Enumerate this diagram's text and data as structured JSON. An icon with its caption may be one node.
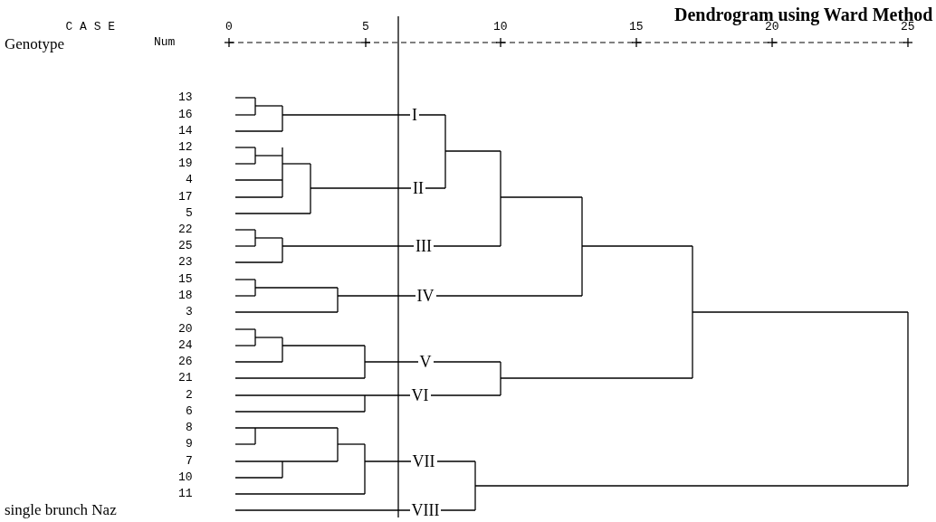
{
  "diagram": {
    "title": "Dendrogram using Ward Method",
    "labels": [
      "C A S E",
      "0",
      "5",
      "10",
      "15",
      "20",
      "25",
      "Genotype",
      "Num",
      "13",
      "16",
      "I",
      "14",
      "12",
      "19",
      "4",
      "II",
      "17",
      "5",
      "22",
      "25",
      "III",
      "23",
      "15",
      "18",
      "IV",
      "3",
      "20",
      "24",
      "26",
      "V",
      "21",
      "2",
      "VI",
      "6",
      "8",
      "9",
      "7",
      "VII",
      "10",
      "11",
      "single brunch Naz",
      "VIII"
    ]
  }
}
